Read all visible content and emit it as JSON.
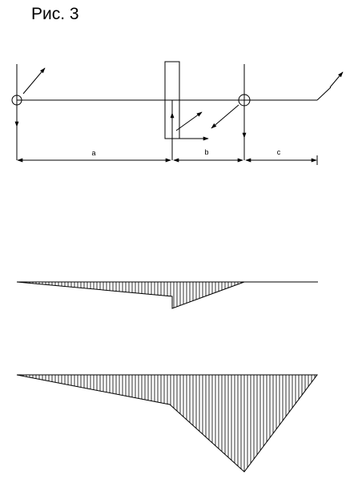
{
  "title": "Рис. 3",
  "dimensions": {
    "a": "a",
    "b": "b",
    "c": "c"
  },
  "colors": {
    "ink": "#000000",
    "background": "#ffffff"
  }
}
